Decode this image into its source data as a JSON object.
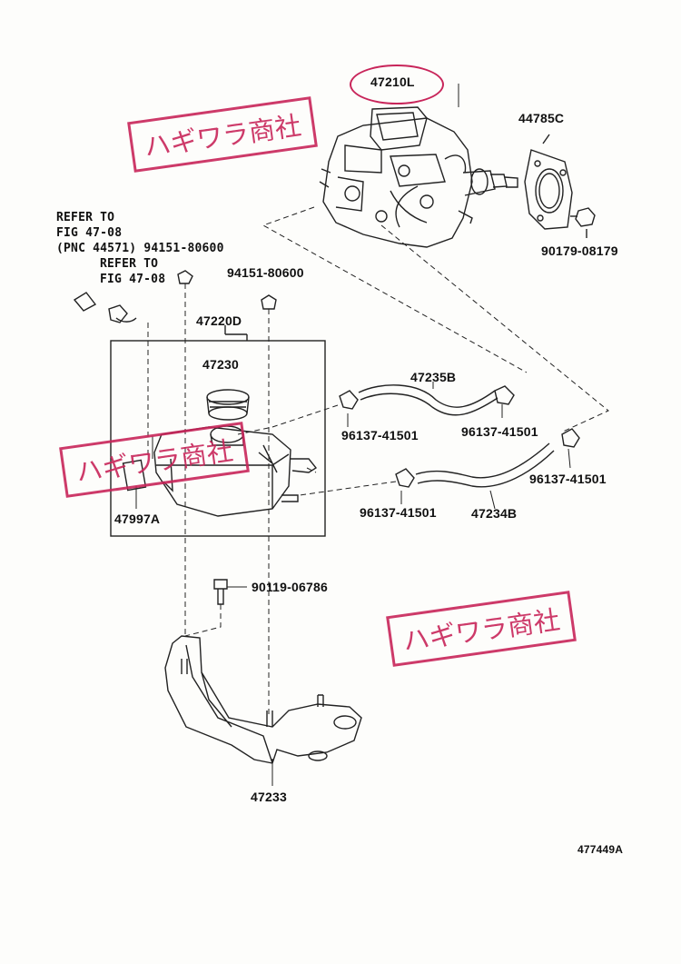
{
  "labels": {
    "p47210L": "47210L",
    "p44785C": "44785C",
    "p90179": "90179-08179",
    "refer1_a": "REFER TO",
    "refer1_b": "FIG 47-08",
    "refer1_c": "(PNC 44571) 94151-80600",
    "refer2_a": "REFER TO",
    "refer2_b": "FIG 47-08",
    "p94151_b": "94151-80600",
    "p47220D": "47220D",
    "p47230": "47230",
    "p47235B": "47235B",
    "p96137_a": "96137-41501",
    "p96137_b": "96137-41501",
    "p96137_c": "96137-41501",
    "p96137_d": "96137-41501",
    "p47997A": "47997A",
    "p47234B": "47234B",
    "p90119": "90119-06786",
    "p47233": "47233",
    "ref_code": "477449A"
  },
  "stamps": {
    "stamp_text": "ハギワラ商社"
  },
  "colors": {
    "stamp": "#c8255a",
    "line": "#222222"
  }
}
